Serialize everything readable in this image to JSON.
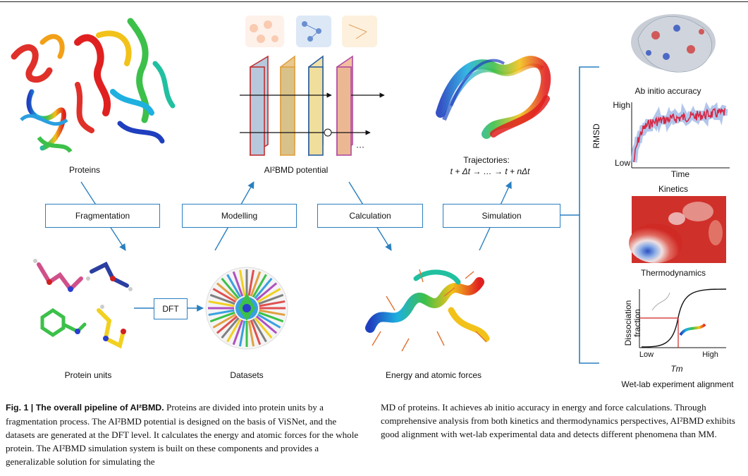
{
  "labels": {
    "proteins": "Proteins",
    "potential": "AI²BMD potential",
    "trajectories_title": "Trajectories:",
    "trajectories_formula": "t + Δt → … → t + nΔt",
    "ab_initio": "Ab initio accuracy",
    "rmsd": "RMSD",
    "high": "High",
    "low": "Low",
    "time": "Time",
    "kinetics": "Kinetics",
    "thermodynamics": "Thermodynamics",
    "dissociation_fraction": "Dissociation fraction",
    "low_x": "Low",
    "high_x": "High",
    "tm": "Tm",
    "wetlab": "Wet-lab experiment alignment",
    "protein_units": "Protein units",
    "datasets": "Datasets",
    "energy_forces": "Energy and atomic forces"
  },
  "steps": {
    "fragmentation": "Fragmentation",
    "modelling": "Modelling",
    "calculation": "Calculation",
    "simulation": "Simulation",
    "dft": "DFT"
  },
  "colors": {
    "box_border": "#2a7fc0",
    "arrow": "#2a7fc0",
    "rmsd_line": "#d62845"
  },
  "caption": {
    "fig_label": "Fig. 1 | The overall pipeline of AI²BMD.",
    "left_text": "Proteins are divided into protein units by a fragmentation process. The AI²BMD potential is designed on the basis of ViSNet, and the datasets are generated at the DFT level. It calculates the energy and atomic forces for the whole protein. The AI²BMD simulation system is built on these components and provides a generalizable solution for simulating the",
    "right_text": "MD of proteins. It achieves ab initio accuracy in energy and force calculations. Through comprehensive analysis from both kinetics and thermodynamics perspectives, AI²BMD exhibits good alignment with wet-lab experimental data and detects different phenomena than MM."
  }
}
